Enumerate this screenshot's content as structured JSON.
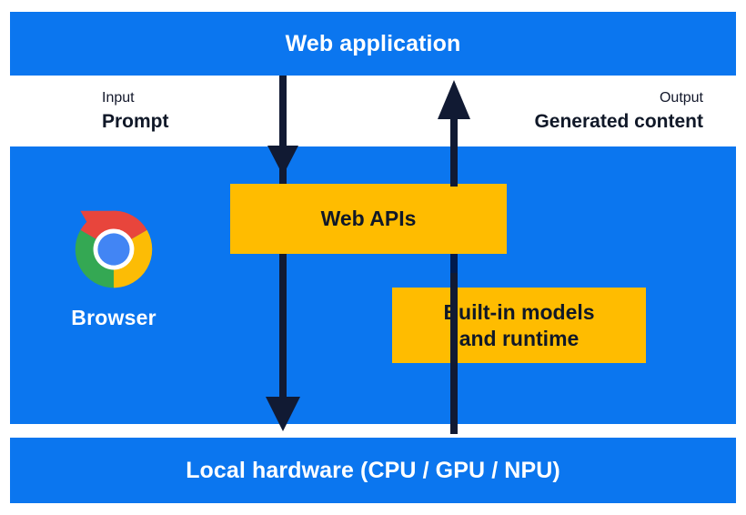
{
  "diagram": {
    "title": "Browser built-in AI architecture",
    "colors": {
      "blue_band": "#0b76ef",
      "gold_box": "#ffbc00",
      "arrow_dark": "#111a33",
      "text_light": "#ffffff",
      "text_dark": "#101828"
    }
  },
  "bands": {
    "top": {
      "label": "Web application"
    },
    "middle": {
      "label": ""
    },
    "bottom": {
      "label": "Local hardware (CPU / GPU / NPU)"
    }
  },
  "flows": {
    "input": {
      "kind": "Input",
      "value": "Prompt"
    },
    "output": {
      "kind": "Output",
      "value": "Generated content"
    }
  },
  "browser": {
    "label": "Browser",
    "logo_name": "chrome-logo",
    "logo_colors": {
      "red": "#e8453c",
      "yellow": "#fcbc05",
      "green": "#34a853",
      "blue": "#4285f4",
      "ring": "#ffffff"
    }
  },
  "boxes": [
    {
      "label": "Web APIs",
      "name": "web-apis-box"
    },
    {
      "label": "Built-in models and runtime",
      "line1": "Built-in models",
      "line2": "and runtime",
      "name": "built-in-models-box"
    }
  ],
  "arrows": [
    {
      "name": "input-arrow-down",
      "direction": "down"
    },
    {
      "name": "output-arrow-up",
      "direction": "up"
    }
  ]
}
